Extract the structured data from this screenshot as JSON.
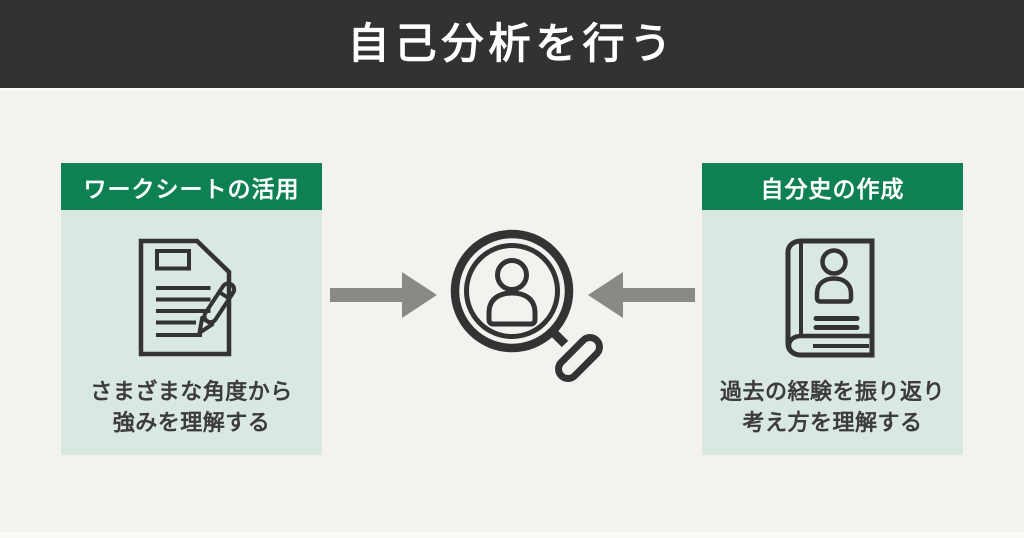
{
  "title": "自己分析を行う",
  "panels": {
    "left": {
      "header": "ワークシートの活用",
      "description_line1": "さまざまな角度から",
      "description_line2": "強みを理解する",
      "icon": "worksheet-document-pencil-icon"
    },
    "right": {
      "header": "自分史の作成",
      "description_line1": "過去の経験を振り返り",
      "description_line2": "考え方を理解する",
      "icon": "personal-history-book-icon"
    }
  },
  "center": {
    "icon": "magnifier-person-icon"
  },
  "colors": {
    "header_bar": "#323232",
    "background": "#f4f2ee",
    "accent_green": "#0e8152",
    "panel_bg": "#d9e8e1",
    "arrow_gray": "#8b8984",
    "icon_stroke": "#333333",
    "title_text": "#ffffff",
    "body_text": "#3c3c3c"
  }
}
